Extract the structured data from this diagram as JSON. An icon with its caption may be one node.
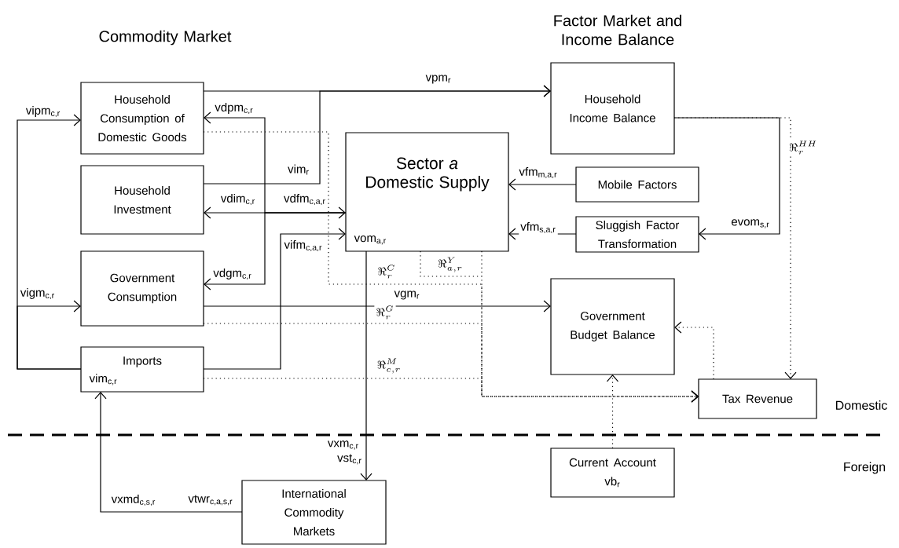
{
  "diagram": {
    "nodes": [
      {
        "text": [
          "Household Consumption of Domestic Goods"
        ]
      },
      {
        "text": [
          "Household Investment"
        ]
      },
      {
        "text": [
          "Government Consumption"
        ]
      },
      {
        "text": [
          "Imports",
          "vim$_{c,r}$"
        ]
      },
      {
        "text": [
          "Sector *a* Domestic Supply",
          "vom$_{a,r}$"
        ]
      },
      {
        "text": [
          "Household Income Balance"
        ]
      },
      {
        "text": [
          "Mobile Factors"
        ]
      },
      {
        "text": [
          "Sluggish Factor Transformation"
        ]
      },
      {
        "text": [
          "Government Budget Balance"
        ]
      },
      {
        "text": [
          "Tax Revenue"
        ]
      },
      {
        "text": [
          "Current Account",
          "vb$_{r}$"
        ]
      },
      {
        "text": [
          "International Commodity Markets"
        ]
      }
    ],
    "edges": [
      {
        "from": 0,
        "to": 5,
        "arrow": "to",
        "label": "vpm$_{r}$"
      },
      {
        "from": 1,
        "to": 5,
        "arrow": "to",
        "label": "vim$_{r}$"
      },
      {
        "from": 3,
        "to": 0,
        "arrow": "to",
        "label": "vipm$_{c,r}$"
      },
      {
        "from": 3,
        "to": 2,
        "arrow": "to",
        "label": "vigm$_{c,r}$"
      },
      {
        "from": 4,
        "to": 0,
        "arrow": "to",
        "label": "vdpm$_{c,r}$"
      },
      {
        "from": 4,
        "to": 2,
        "arrow": "to",
        "label": "vdgm$_{c,r}$"
      },
      {
        "from": 1,
        "to": 4,
        "arrow": "both",
        "label": "vdim$_{c,r}$"
      },
      {
        "from": 3,
        "to": 4,
        "arrow": "to",
        "label": "vifm$_{c,a,r}$"
      },
      {
        "from": 6,
        "to": 4,
        "arrow": "to",
        "label": "vfm$_{m,a,r}$"
      },
      {
        "from": 7,
        "to": 4,
        "arrow": "to",
        "label": "vfm$_{s,a,r}$"
      },
      {
        "from": 5,
        "to": 7,
        "arrow": "to",
        "label": "evom$_{s,r}$"
      },
      {
        "from": 2,
        "to": 8,
        "arrow": "to",
        "label": "vgm$_{r}$"
      },
      {
        "from": 4,
        "to": 11,
        "arrow": "to",
        "label": "vxm$_{c,r}$"
      },
      {
        "from": 11,
        "to": 3,
        "arrow": "to",
        "label": "vxmd$_{c,s,r}$"
      },
      {
        "from": 0,
        "to": 9,
        "arrow": "to",
        "style": "dashed",
        "label": "\\Re_{r}^{C}"
      },
      {
        "from": 4,
        "to": 9,
        "arrow": "to",
        "style": "dashed",
        "label": "\\Re_{a,r}^{Y}"
      },
      {
        "from": 2,
        "to": 9,
        "arrow": "to",
        "style": "dashed",
        "label": "\\Re_{r}^{G}"
      },
      {
        "from": 3,
        "to": 9,
        "arrow": "to",
        "style": "dashed",
        "label": "\\Re_{c,r}^{M}"
      },
      {
        "from": 5,
        "to": 9,
        "arrow": "to",
        "style": "dashed",
        "label": "\\Re_{r}^{HH}"
      },
      {
        "from": 9,
        "to": 8,
        "arrow": "to",
        "style": "dashed"
      },
      {
        "from": 10,
        "to": 8,
        "arrow": "to",
        "style": "dashed"
      }
    ],
    "labels": [
      "Commodity Market",
      "Factor Market and Income Balance",
      "vdfm$_{c,a,r}$",
      "vst$_{c,r}$",
      "vtwr$_{c,a,s,r}$",
      "Domestic",
      "Foreign"
    ]
  }
}
